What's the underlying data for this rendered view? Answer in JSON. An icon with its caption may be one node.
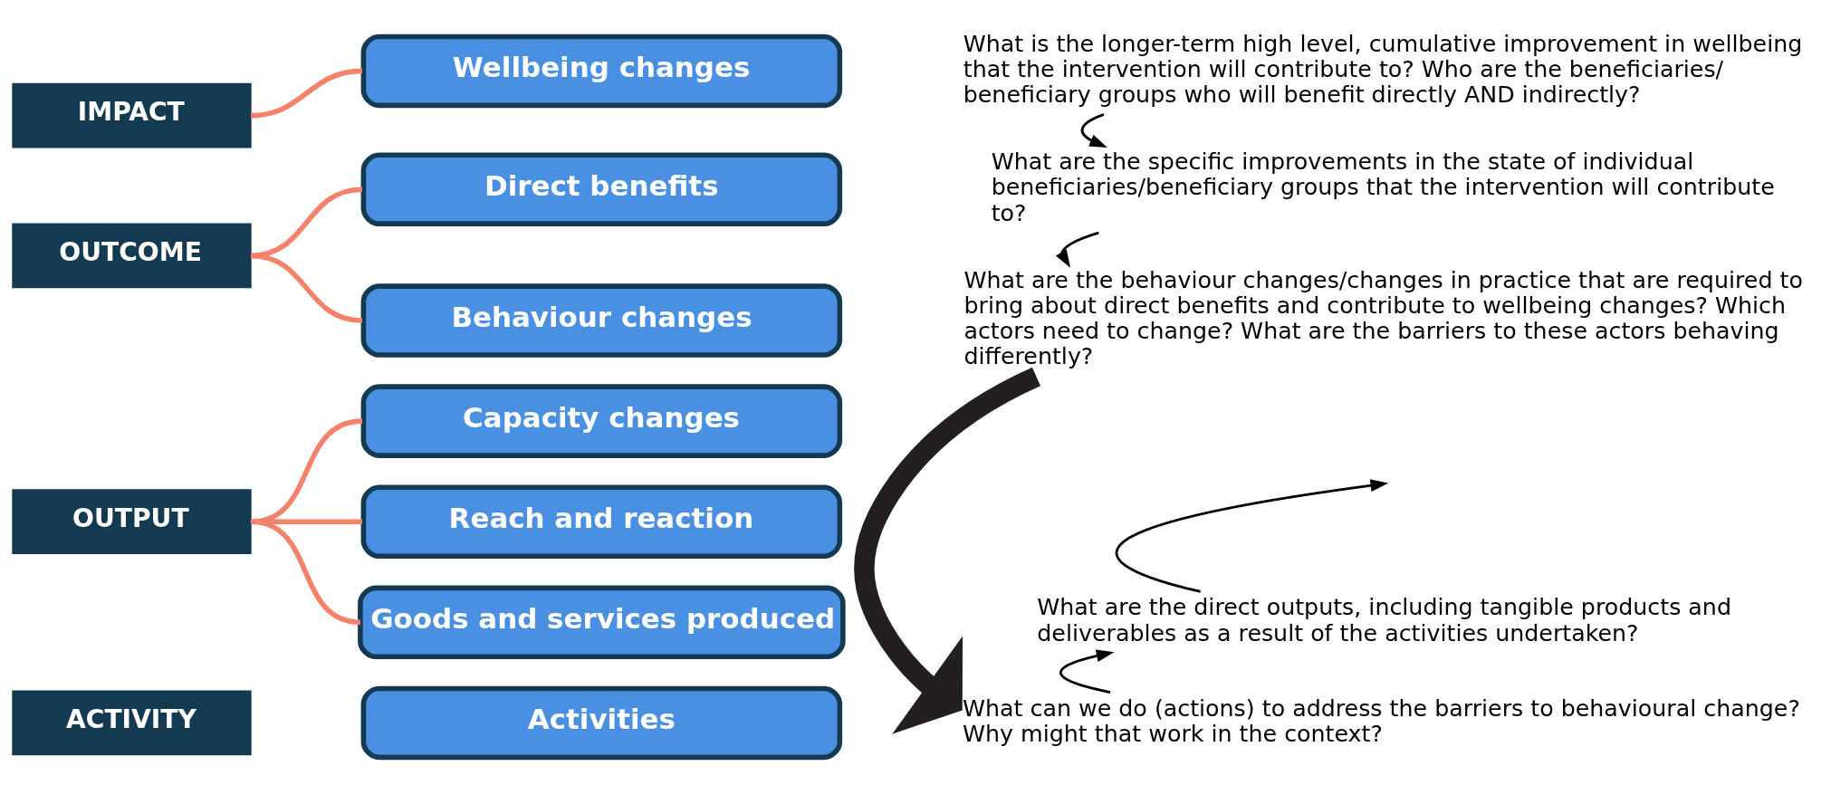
{
  "diagram": {
    "nodes": [
      {
        "text": [
          "IMPACT"
        ]
      },
      {
        "text": [
          "OUTCOME"
        ]
      },
      {
        "text": [
          "OUTPUT"
        ]
      },
      {
        "text": [
          "ACTIVITY"
        ]
      },
      {
        "text": [
          "Wellbeing changes"
        ]
      },
      {
        "text": [
          "Direct benefits"
        ]
      },
      {
        "text": [
          "Behaviour changes"
        ]
      },
      {
        "text": [
          "Capacity changes"
        ]
      },
      {
        "text": [
          "Reach and reaction"
        ]
      },
      {
        "text": [
          "Goods and services produced"
        ]
      },
      {
        "text": [
          "Activities"
        ]
      },
      {
        "text": [
          "What is the longer-term high level, cumulative improvement in wellbeing that the intervention will contribute to? Who are the beneficiaries/ beneficiary groups who will benefit directly AND indirectly?"
        ]
      },
      {
        "text": [
          "What are the specific improvements in the state of individual beneficiaries/beneficiary groups that the intervention will contribute to?"
        ]
      },
      {
        "text": [
          "What are the behaviour changes/changes in practice that are required to bring about direct benefits and contribute to wellbeing changes? Which actors need to change? What are the barriers to these actors behaving differently?"
        ]
      },
      {
        "text": [
          "What are the direct outputs, including tangible products and deliverables as a result of the activities undertaken?"
        ]
      },
      {
        "text": [
          "What can we do (actions) to address the barriers to behavioural change? Why might that work in the context?"
        ]
      }
    ],
    "edges": [
      {
        "from": 0,
        "to": 4,
        "arrow": "none"
      },
      {
        "from": 1,
        "to": 5,
        "arrow": "none"
      },
      {
        "from": 1,
        "to": 6,
        "arrow": "none"
      },
      {
        "from": 2,
        "to": 7,
        "arrow": "none"
      },
      {
        "from": 2,
        "to": 8,
        "arrow": "none"
      },
      {
        "from": 2,
        "to": 9,
        "arrow": "none"
      },
      {
        "from": 11,
        "to": 12,
        "arrow": "to",
        "color": "#000000"
      },
      {
        "from": 12,
        "to": 13,
        "arrow": "to",
        "color": "#000000"
      },
      {
        "from": 13,
        "to": 15,
        "arrow": "to",
        "style": "thick",
        "color": "#231f20"
      },
      {
        "from": 14,
        "to": null,
        "arrow": "to",
        "color": "#000000"
      },
      {
        "from": 15,
        "to": 14,
        "arrow": "to",
        "color": "#000000"
      }
    ]
  }
}
